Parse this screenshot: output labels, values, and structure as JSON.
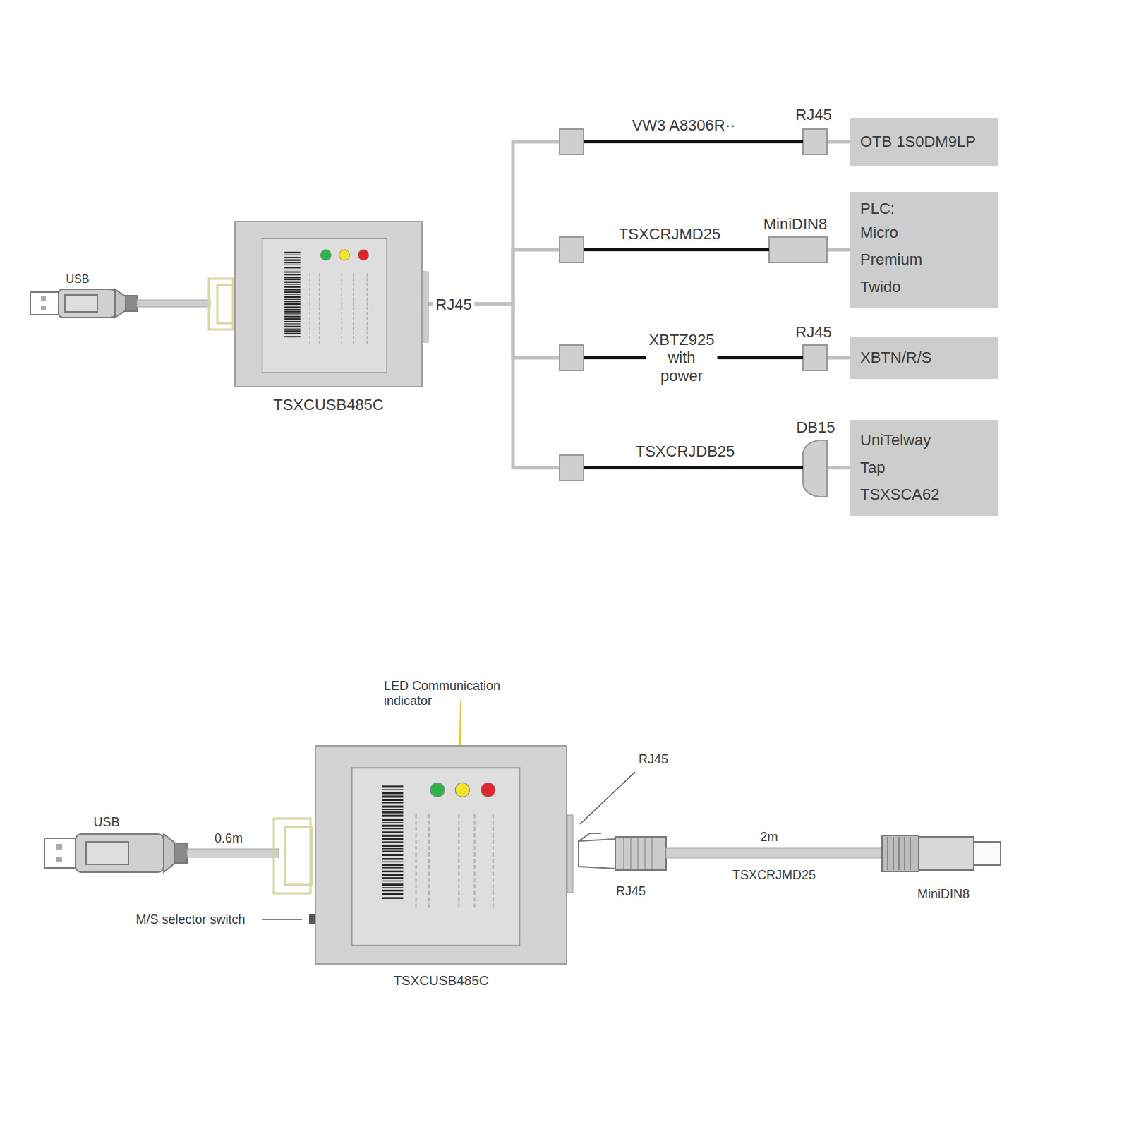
{
  "diagram": {
    "nodes": [
      {
        "text": [
          "TSXCUSB485C"
        ]
      },
      {
        "text": [
          "OTB 1S0DM9LP"
        ]
      },
      {
        "text": [
          "PLC:",
          "Micro Premium Twido"
        ]
      },
      {
        "text": [
          "XBTN/R/S"
        ]
      },
      {
        "text": [
          "UniTelway Tap TSXSCA62"
        ]
      },
      {
        "text": [
          "TSXCUSB485C"
        ]
      }
    ],
    "edges": [
      {
        "from": 0,
        "to": 1,
        "arrow": "none",
        "label": "VW3 A8306R··"
      },
      {
        "from": 0,
        "to": 2,
        "arrow": "none",
        "label": "TSXCRJMD25"
      },
      {
        "from": 0,
        "to": 3,
        "arrow": "none",
        "label": "XBTZ925 with power"
      },
      {
        "from": 0,
        "to": 4,
        "arrow": "none",
        "label": "TSXCRJDB25"
      }
    ],
    "labels": [
      "USB",
      "RJ45",
      "RJ45",
      "MiniDIN8",
      "RJ45",
      "DB15",
      "LED Communication indicator",
      "USB",
      "0.6m",
      "M/S selector switch",
      "RJ45",
      "RJ45",
      "2m",
      "TSXCRJMD25",
      "MiniDIN8"
    ]
  }
}
